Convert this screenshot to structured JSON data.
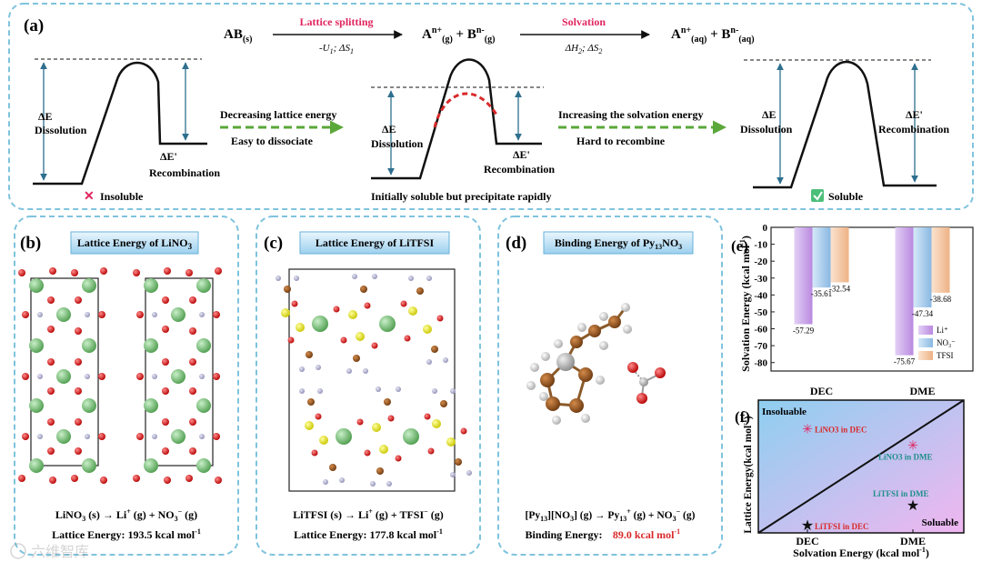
{
  "panel_a": {
    "label": "(a)",
    "eq": {
      "ab": "AB(s)",
      "step1_top": "Lattice splitting",
      "step1_bottom": "-U1; ΔS1",
      "gas_ions": "An+(g) + Bn-(g)",
      "step2_top": "Solvation",
      "step2_bottom": "ΔH2; ΔS2",
      "aq_ions": "An+(aq) + Bn-(aq)"
    },
    "arrow1_top": "Decreasing lattice energy",
    "arrow1_bottom": "Easy  to dissociate",
    "arrow2_top": "Increasing the solvation energy",
    "arrow2_bottom": "Hard  to recombine",
    "dE": "ΔE",
    "dissolution": "Dissolution",
    "dE_prime": "ΔE'",
    "recombination": "Recombination",
    "caption1": "Insoluble",
    "caption2": "Initially soluble but precipitate rapidly",
    "caption3": "Soluble",
    "colors": {
      "border": "#7fc3dd",
      "green_arrow": "#5aa83a",
      "red_dash": "#d92a2a",
      "arrow_blue": "#2e6f8e"
    }
  },
  "panel_b": {
    "label": "(b)",
    "title": "Lattice Energy of  LiNO3",
    "reaction": "LiNO3 (s) → Li+ (g) + NO3- (g)",
    "energy": "Lattice Energy: 193.5 kcal mol-1"
  },
  "panel_c": {
    "label": "(c)",
    "title": "Lattice Energy of  LiTFSI",
    "reaction": "LiTFSI (s) → Li+ (g) + TFSI- (g)",
    "energy": "Lattice Energy: 177.8 kcal mol-1"
  },
  "panel_d": {
    "label": "(d)",
    "title": "Binding Energy of  Py13NO3",
    "reaction": "[Py13][NO3] (g) → Py13+ (g) + NO3- (g)",
    "energy_prefix": "Binding Energy: ",
    "energy_value": "89.0 kcal mol-1"
  },
  "chart_data": [
    {
      "type": "bar",
      "label": "(e)",
      "categories": [
        "DEC",
        "DME"
      ],
      "series": [
        {
          "name": "Li+",
          "values": [
            -57.29,
            -75.67
          ],
          "color": "#c9a2e6"
        },
        {
          "name": "NO3-",
          "values": [
            -35.61,
            -47.34
          ],
          "color": "#9fc6e8"
        },
        {
          "name": "TFSI",
          "values": [
            -32.54,
            -38.68
          ],
          "color": "#f2c09a"
        }
      ],
      "ylabel": "Solvation Energy  (kcal mol-1)",
      "ylim": [
        -85,
        0
      ],
      "yticks": [
        0,
        -10,
        -20,
        -30,
        -40,
        -50,
        -60,
        -70,
        -80
      ],
      "legend": "bottom-right"
    },
    {
      "type": "scatter",
      "label": "(f)",
      "xlabel": "Solvation Energy (kcal mol-1)",
      "ylabel": "Lattice Energy(kcal mol-1)",
      "xticks": [
        "DEC",
        "DME"
      ],
      "corner_top_left": "Insoluable",
      "corner_bottom_right": "Soluable",
      "points": [
        {
          "label": "LiNO3 in DEC",
          "x": "DEC",
          "y": 193.5,
          "marker": "asterisk",
          "color": "#e0245e"
        },
        {
          "label": "LiNO3 in DME",
          "x": "DME",
          "y": 193.5,
          "marker": "asterisk",
          "color": "#e0245e"
        },
        {
          "label": "LiTFSI in DME",
          "x": "DME",
          "y": 177.8,
          "marker": "star",
          "color": "#111111"
        },
        {
          "label": "LiTFSI in DEC",
          "x": "DEC",
          "y": 177.8,
          "marker": "star",
          "color": "#111111"
        }
      ],
      "diagonal": true
    }
  ],
  "watermark": "六维智库"
}
